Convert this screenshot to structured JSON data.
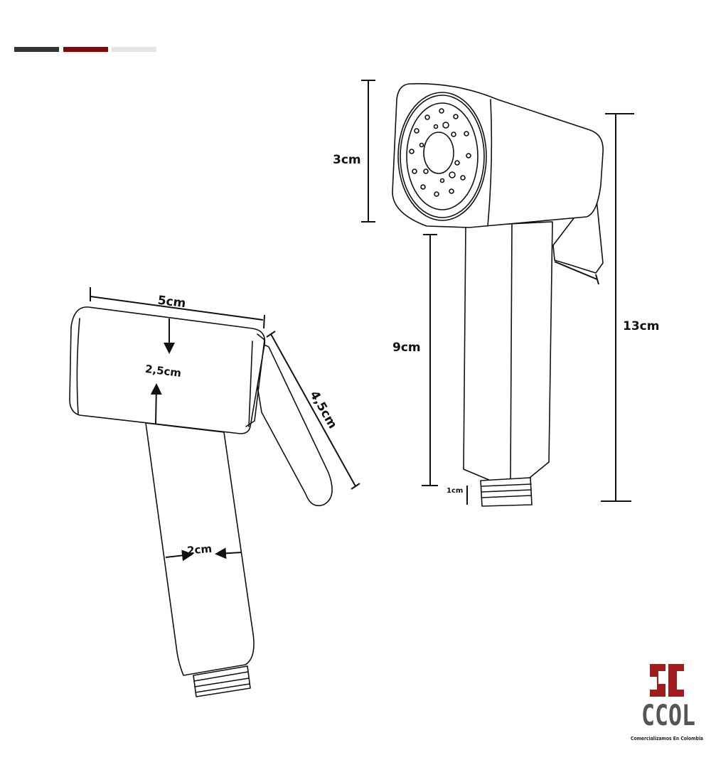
{
  "accent_bars": [
    {
      "color": "#333333"
    },
    {
      "color": "#7a0c0c"
    },
    {
      "color": "#e6e6e6"
    }
  ],
  "dimensions": {
    "head_height": "3cm",
    "handle_length": "9cm",
    "thread_length": "1cm",
    "total_length": "13cm",
    "head_width": "5cm",
    "head_depth": "2,5cm",
    "lever_length": "4,5cm",
    "handle_width": "2cm"
  },
  "logo": {
    "name": "CCOL",
    "tagline": "Comercializamos En Colombia",
    "color": "#a11c1c"
  }
}
